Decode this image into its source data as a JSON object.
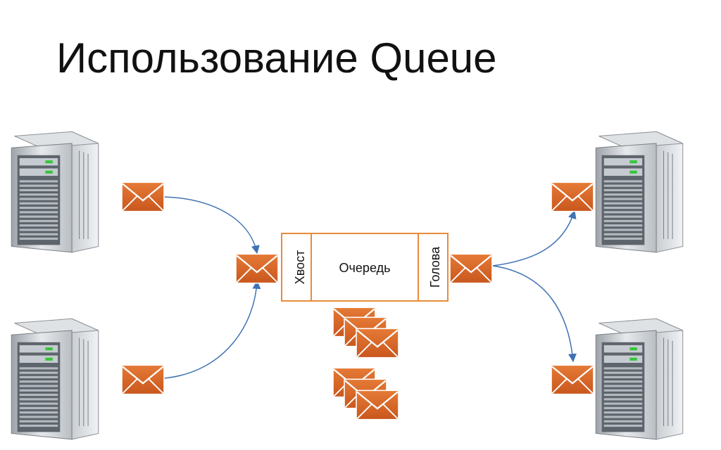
{
  "slide": {
    "title": "Использование Queue"
  },
  "queue": {
    "tail_label": "Хвост",
    "body_label": "Очередь",
    "head_label": "Голова"
  },
  "colors": {
    "envelope": "#d9682a",
    "queue_border": "#e98b3a",
    "arrow": "#3f72b3"
  },
  "icons": {
    "server": "server-tower-icon",
    "message": "envelope-icon"
  }
}
